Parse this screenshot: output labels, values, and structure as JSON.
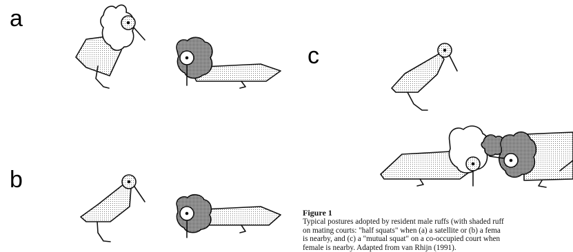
{
  "panels": {
    "a": "a",
    "b": "b",
    "c": "c"
  },
  "caption": {
    "title": "Figure 1",
    "lines": [
      "Typical postures adopted by resident male ruffs (with shaded ruff",
      "on mating courts: \"half squats\" when (a) a satellite or (b) a fema",
      "is nearby, and (c) a \"mutual squat\" on a co-occupied court when",
      "female is nearby. Adapted from van Rhijn (1991)."
    ]
  },
  "colors": {
    "ink": "#111111",
    "light_stipple": "#dddddd",
    "dark_stipple": "#8a8a8a"
  }
}
